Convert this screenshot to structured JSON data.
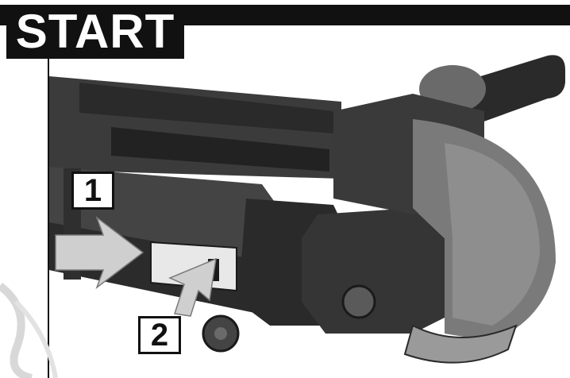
{
  "header": {
    "title": "START"
  },
  "steps": [
    {
      "label": "1"
    },
    {
      "label": "2"
    }
  ],
  "colors": {
    "ink": "#111111",
    "tool_body": "#3a3a3a",
    "tool_dark": "#1f1f1f",
    "tool_mid": "#5a5a5a",
    "blade": "#8a8a8a",
    "arrow": "#cfcfcf",
    "watermark": "#d8d8d8"
  },
  "icons": [
    "right-arrow-icon",
    "up-right-arrow-icon"
  ]
}
